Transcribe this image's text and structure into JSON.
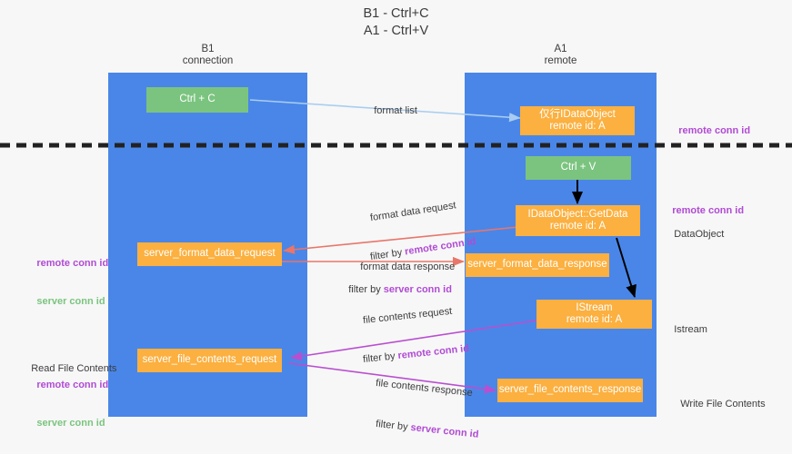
{
  "title": {
    "line1": "B1 - Ctrl+C",
    "line2": "A1 - Ctrl+V"
  },
  "columns": [
    {
      "name": "B1",
      "role": "connection"
    },
    {
      "name": "A1",
      "role": "remote"
    }
  ],
  "boxes": {
    "ctrl_c": "Ctrl + C",
    "ctrl_v": "Ctrl + V",
    "idataobject_top_l1": "仅行IDataObject",
    "idataobject_top_l2": "remote id: A",
    "getdata_l1": "IDataObject::GetData",
    "getdata_l2": "remote id: A",
    "istream_l1": "IStream",
    "istream_l2": "remote id: A",
    "server_format_data_request": "server_format_data_request",
    "server_format_data_response": "server_format_data_response",
    "server_file_contents_request": "server_file_contents_request",
    "server_file_contents_response": "server_file_contents_response"
  },
  "arrow_labels": {
    "format_list": "format list",
    "format_data_request": "format data request",
    "format_data_request_filter_prefix": "filter by ",
    "format_data_request_filter_key": "remote conn id",
    "format_data_response": "format data response",
    "format_data_response_filter_prefix": "filter by ",
    "format_data_response_filter_key": "server conn id",
    "file_contents_request": "file contents request",
    "file_contents_request_filter_prefix": "filter by ",
    "file_contents_request_filter_key": "remote conn id",
    "file_contents_response": "file contents response",
    "file_contents_response_filter_prefix": "filter by ",
    "file_contents_response_filter_key": "server conn id"
  },
  "side_labels": {
    "right_remote_conn_id_top": "remote conn id",
    "right_remote_conn_id_mid": "remote conn id",
    "right_dataobject": "DataObject",
    "right_istream": "Istream",
    "right_write_file_contents": "Write File Contents",
    "left_remote_conn_id_mid": "remote conn id",
    "left_server_conn_id_mid": "server conn id",
    "left_read_file_contents": "Read File Contents",
    "left_remote_conn_id_bottom": "remote conn id",
    "left_server_conn_id_bottom": "server conn id"
  },
  "colors": {
    "lane": "#4a86e8",
    "green_box": "#7bc47f",
    "orange_box": "#fbb040",
    "purple_text": "#b04bd4",
    "green_text": "#7bc47f",
    "blue_arrow": "#a8cdf0",
    "red_arrow": "#e8766a",
    "magenta_arrow": "#b94fd0",
    "black_arrow": "#000000",
    "background": "#f7f7f7"
  }
}
